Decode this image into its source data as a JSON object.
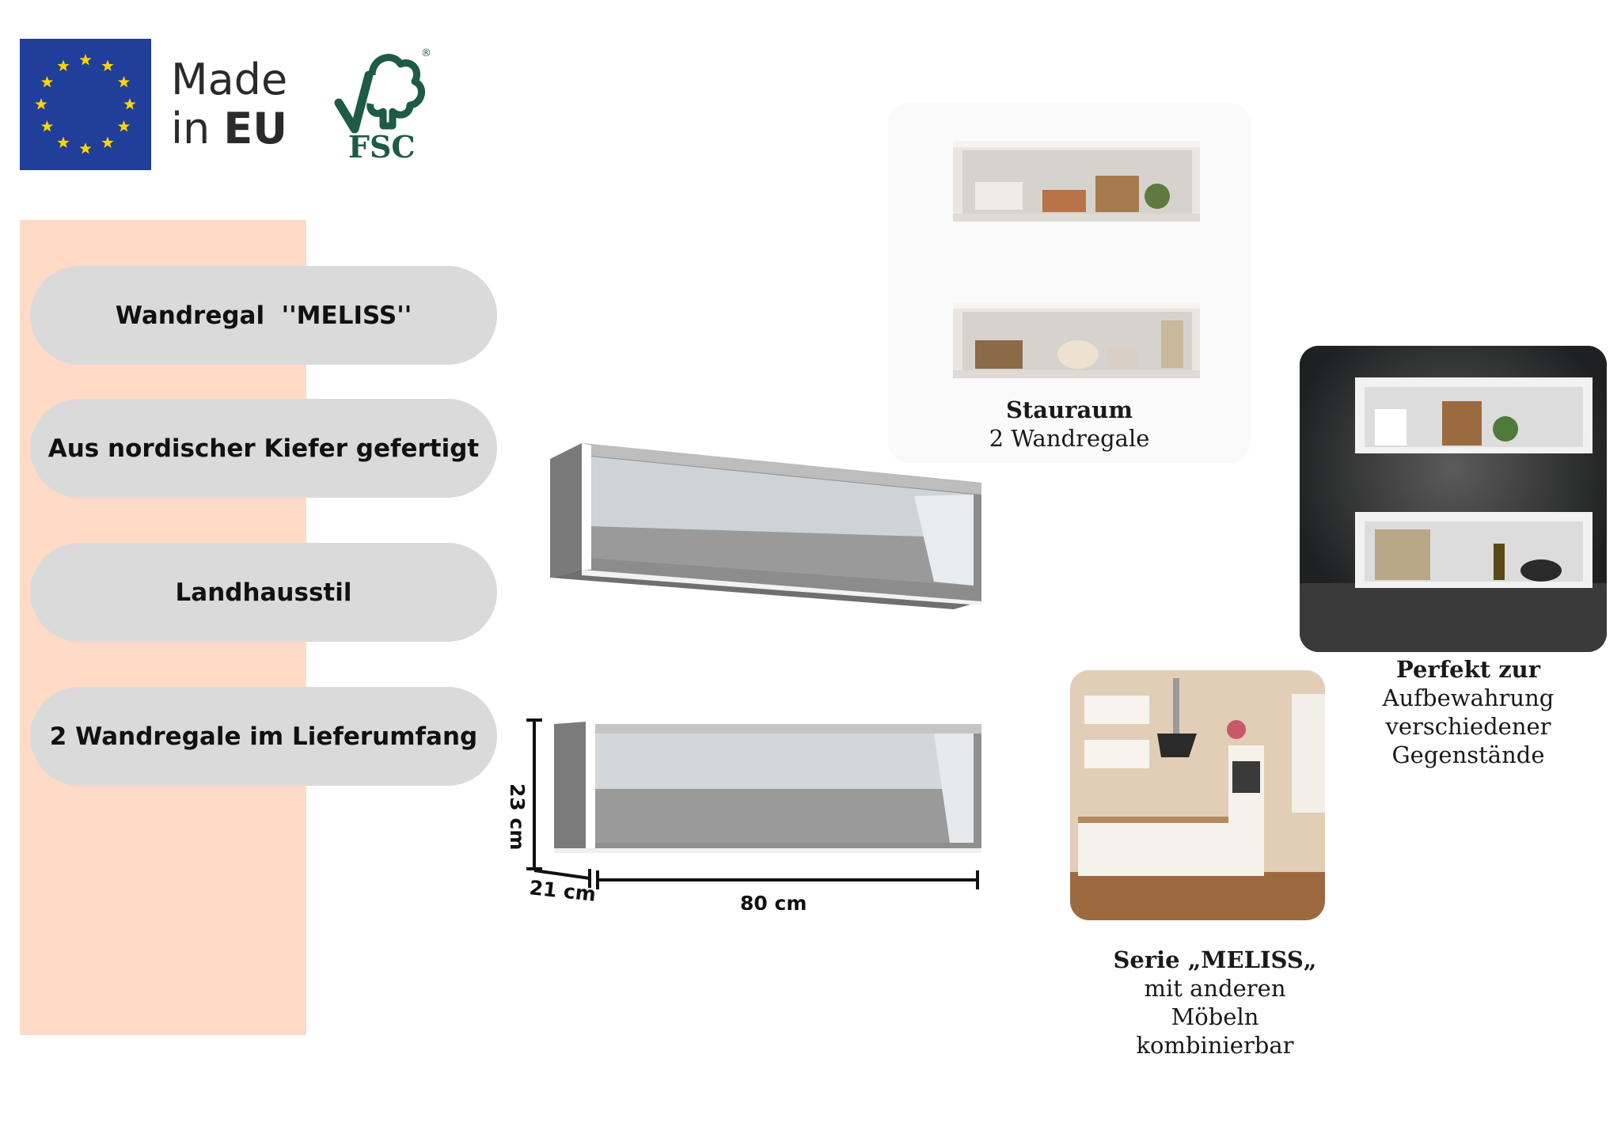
{
  "badges": {
    "made_in_line1": "Made",
    "made_in_line2_prefix": "in ",
    "made_in_line2_bold": "EU",
    "fsc_label": "FSC",
    "fsc_registered": "®"
  },
  "features": [
    {
      "label": "Wandregal  ''MELISS''"
    },
    {
      "label": "Aus nordischer Kiefer gefertigt"
    },
    {
      "label": "Landhausstil"
    },
    {
      "label": "2 Wandregale im Lieferumfang"
    }
  ],
  "dimensions": {
    "height": "23 cm",
    "depth": "21 cm",
    "width": "80 cm"
  },
  "captions": {
    "storage": {
      "bold": "Stauraum",
      "text": "2 Wandregale"
    },
    "perfect": {
      "bold": "Perfekt zur",
      "line2": "Aufbewahrung",
      "line3": "verschiedener",
      "line4": "Gegenstände"
    },
    "series": {
      "bold": "Serie „MELISS„",
      "line2": "mit anderen",
      "line3": "Möbeln",
      "line4": "kombinierbar"
    }
  },
  "colors": {
    "eu_blue": "#1f3f9a",
    "eu_star": "#ffd400",
    "fsc_green": "#1d5b45",
    "salmon": "#ffdac6",
    "pill_gray": "#dadada"
  }
}
